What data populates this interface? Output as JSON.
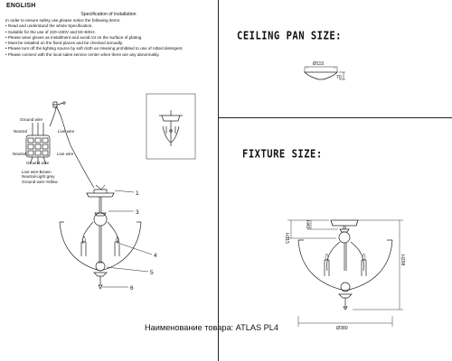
{
  "header": {
    "language": "ENGLISH",
    "spec_title": "Specification of installation"
  },
  "instructions": [
    "In order to ensure safety use,please notice the following items:",
    "• Read and understand the whole Specification.",
    "• Suitable for the use of 220~240V and 50~60Hz.",
    "• Please wear gloves as installment and avoid rot on the surface of plating.",
    "• Must be installed on the fixed places and be checked annually.",
    "• Please turn off the lighting source by soft cloth as cleaning prohibited to use of rotted detergent.",
    "• Please connect with the local sales service center when there are any abnormality."
  ],
  "wiring": {
    "ground_wire_top": "Ground wire",
    "neutral": "Neutral",
    "live_wire_top": "Live wire",
    "neutral_bottom": "Neutral",
    "live_wire_bottom": "Live wire",
    "ground_wire_bottom": "Ground wire",
    "colors": [
      "Live wire-Brown",
      "Neutral-Light grey",
      "Ground wire-Yellow"
    ]
  },
  "callouts": [
    "1",
    "3",
    "4",
    "5",
    "6"
  ],
  "ceiling_pan": {
    "title": "CEILING PAN SIZE:",
    "diameter": "Ø115",
    "height": "70"
  },
  "fixture": {
    "title": "FIXTURE SIZE:",
    "h_top": "H115",
    "h_mid": "H40",
    "h_total": "H298",
    "diameter": "Ø380"
  },
  "product_name": "Наименование товара: ATLAS PL4"
}
